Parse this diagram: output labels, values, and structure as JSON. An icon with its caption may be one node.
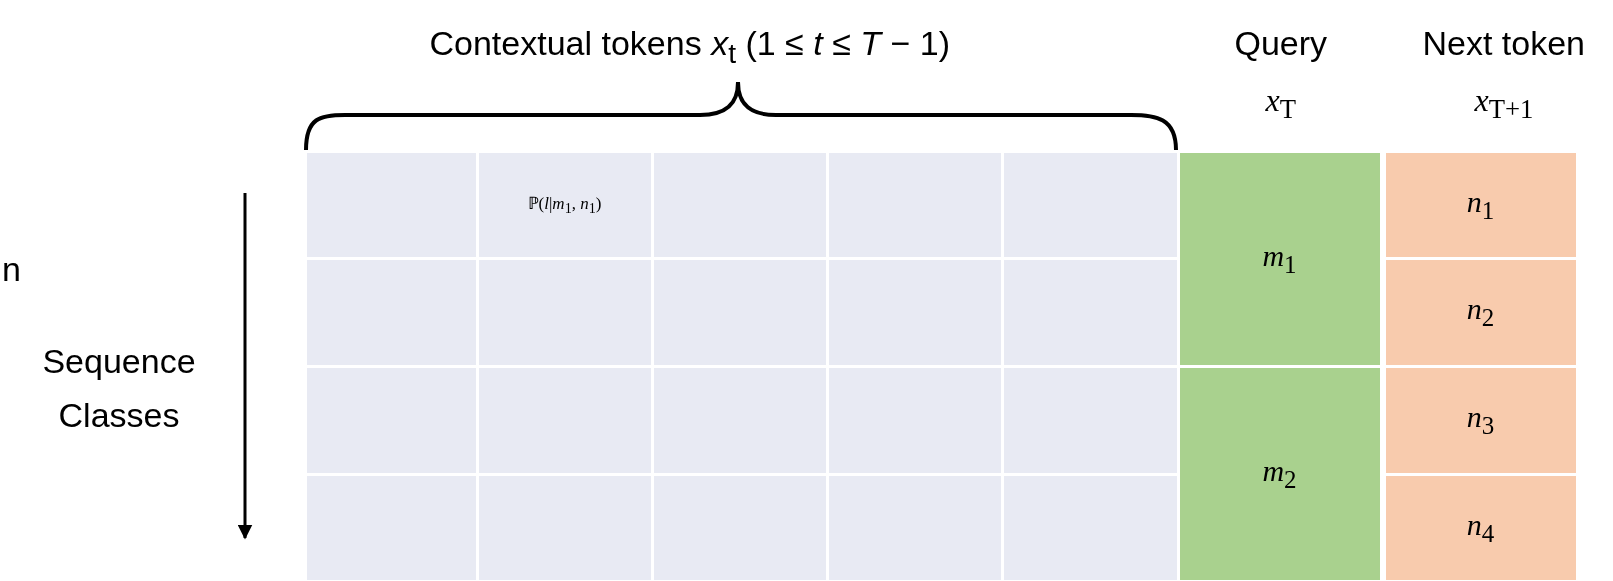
{
  "diagram": {
    "nodes": [
      {
        "text": [],
        "shape": "box"
      },
      {
        "text": [
          "ℙ(*l*|*m*$_{1}$, *n*$_{1}$)"
        ]
      },
      {
        "text": [],
        "shape": "box"
      },
      {
        "text": [],
        "shape": "box"
      },
      {
        "text": [],
        "shape": "box"
      },
      {
        "text": [
          "*m*$_{1}$"
        ]
      },
      {
        "text": [
          "*n*$_{1}$"
        ]
      },
      {
        "text": [],
        "shape": "box"
      },
      {
        "text": [],
        "shape": "box"
      },
      {
        "text": [],
        "shape": "box"
      },
      {
        "text": [],
        "shape": "box"
      },
      {
        "text": [],
        "shape": "box"
      },
      {
        "text": [
          "*n*$_{2}$"
        ]
      },
      {
        "text": [],
        "shape": "box"
      },
      {
        "text": [],
        "shape": "box"
      },
      {
        "text": [],
        "shape": "box"
      },
      {
        "text": [],
        "shape": "box"
      },
      {
        "text": [],
        "shape": "box"
      },
      {
        "text": [
          "*m*$_{2}$"
        ]
      },
      {
        "text": [
          "*n*$_{3}$"
        ]
      },
      {
        "text": [],
        "shape": "box"
      },
      {
        "text": [],
        "shape": "box"
      },
      {
        "text": [],
        "shape": "box"
      },
      {
        "text": [],
        "shape": "box"
      },
      {
        "text": [],
        "shape": "box"
      },
      {
        "text": [
          "*n*$_{4}$"
        ]
      }
    ],
    "labels": [
      "Contextual tokens *x*$_{t}$ (1 ≤ *t* ≤ *T* − 1)",
      "Query",
      "*x*$_{T}$",
      "Next token",
      "*x*$_{T+1}$",
      "n",
      "Sequence Classes"
    ]
  }
}
